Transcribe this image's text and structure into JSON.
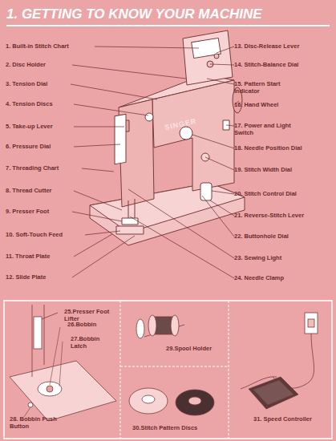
{
  "diagram": {
    "title": "1. GETTING TO KNOW YOUR MACHINE",
    "nodes": [
      {
        "text": [
          "25.Presser Foot Lifter",
          "26.Bobbin",
          "27.Bobbin Latch",
          "28. Bobbin Push Button"
        ]
      },
      {
        "text": [
          "29.Spool Holder"
        ]
      },
      {
        "text": [
          "30.Stitch Pattern Discs"
        ]
      },
      {
        "text": [
          "31. Speed Controller"
        ]
      }
    ],
    "labels": [
      "1. Built-in Stitch Chart",
      "2. Disc Holder",
      "3. Tension Dial",
      "4. Tension Discs",
      "5. Take-up Lever",
      "6. Pressure Dial",
      "7. Threading Chart",
      "8. Thread Cutter",
      "9. Presser Foot",
      "10. Soft-Touch Feed",
      "11. Throat Plate",
      "12. Slide Plate",
      "13. Disc-Release Lever",
      "14. Stitch-Balance Dial",
      "15. Pattern Start Indicator",
      "16. Hand Wheel",
      "17. Power and Light Switch",
      "18. Needle Position Dial",
      "19. Stitch Width Dial",
      "20. Stitch Control Dial",
      "21. Reverse-Stitch Lever",
      "22. Buttonhole Dial",
      "23. Sewing Light",
      "24. Needle Clamp",
      "SINGER"
    ]
  }
}
